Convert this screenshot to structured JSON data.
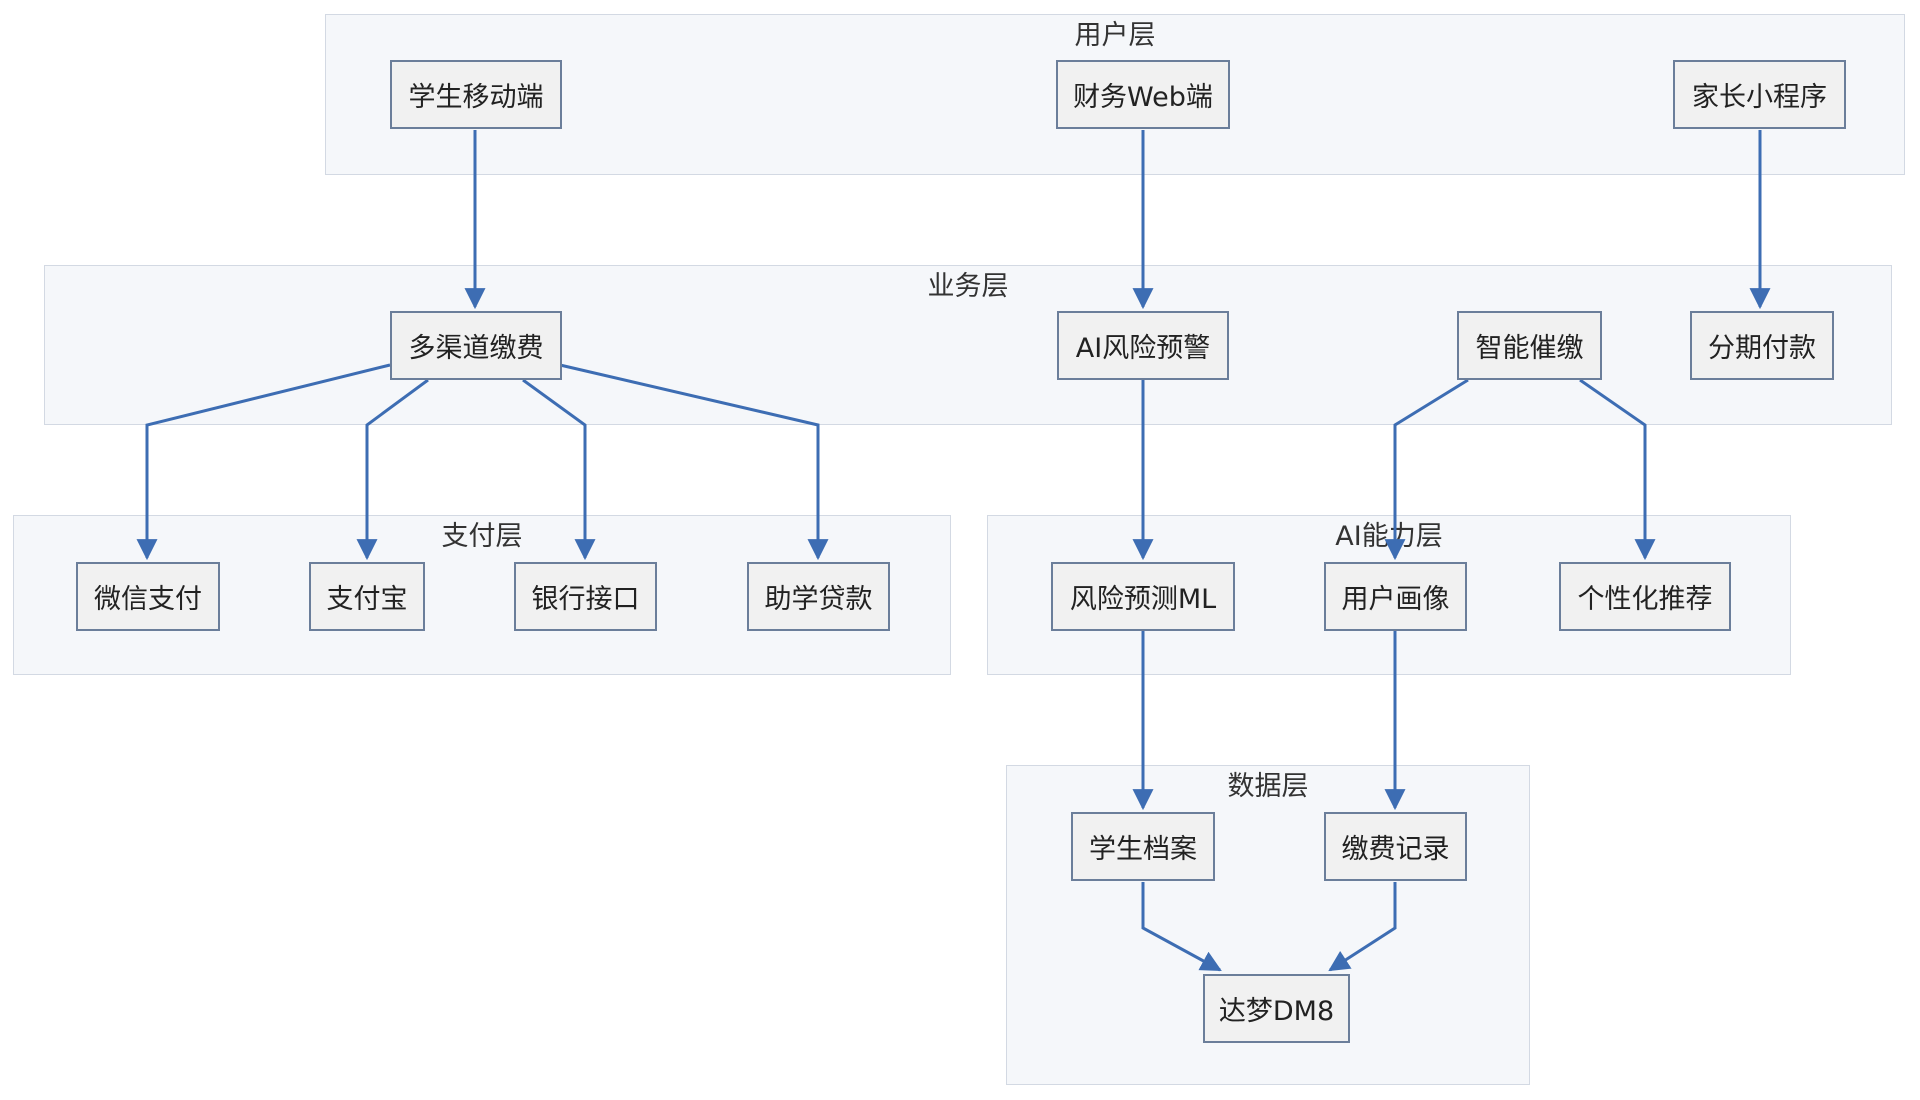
{
  "colors": {
    "edge": "#3d6db3",
    "group_fill": "#f5f7fa",
    "group_border": "#d3d9e3",
    "node_fill": "#f1f1f1",
    "node_border": "#6b7e9a"
  },
  "groups": {
    "user": {
      "label": "用户层"
    },
    "business": {
      "label": "业务层"
    },
    "payment": {
      "label": "支付层"
    },
    "ai": {
      "label": "AI能力层"
    },
    "data": {
      "label": "数据层"
    }
  },
  "nodes": {
    "student_mobile": {
      "label": "学生移动端"
    },
    "finance_web": {
      "label": "财务Web端"
    },
    "parent_miniapp": {
      "label": "家长小程序"
    },
    "multi_channel": {
      "label": "多渠道缴费"
    },
    "ai_risk": {
      "label": "AI风险预警"
    },
    "smart_reminder": {
      "label": "智能催缴"
    },
    "installment": {
      "label": "分期付款"
    },
    "wechat_pay": {
      "label": "微信支付"
    },
    "alipay": {
      "label": "支付宝"
    },
    "bank_api": {
      "label": "银行接口"
    },
    "student_loan": {
      "label": "助学贷款"
    },
    "risk_ml": {
      "label": "风险预测ML"
    },
    "user_profile": {
      "label": "用户画像"
    },
    "personal_rec": {
      "label": "个性化推荐"
    },
    "student_archive": {
      "label": "学生档案"
    },
    "payment_record": {
      "label": "缴费记录"
    },
    "dameng": {
      "label": "达梦DM8"
    }
  }
}
